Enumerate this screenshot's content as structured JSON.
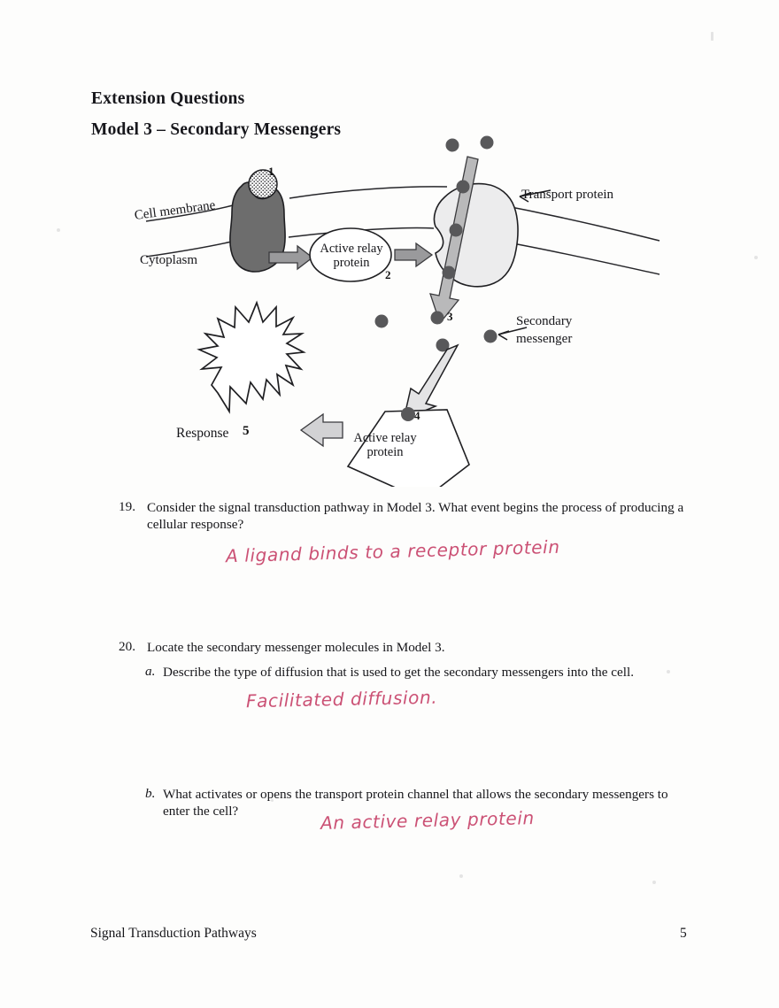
{
  "document": {
    "heading_extension": "Extension Questions",
    "heading_model": "Model 3 – Secondary Messengers",
    "footer_title": "Signal Transduction Pathways",
    "footer_page": "5"
  },
  "diagram": {
    "title": "Secondary messenger signal transduction pathway",
    "labels": {
      "cell_membrane": "Cell membrane",
      "cytoplasm": "Cytoplasm",
      "transport_protein": "Transport protein",
      "secondary_messenger_line1": "Secondary",
      "secondary_messenger_line2": "messenger",
      "active_relay_protein_1_line1": "Active relay",
      "active_relay_protein_1_line2": "protein",
      "active_relay_protein_2_line1": "Active relay",
      "active_relay_protein_2_line2": "protein",
      "response": "Response"
    },
    "step_numbers": {
      "one": "1",
      "two": "2",
      "three": "3",
      "four": "4",
      "five": "5"
    },
    "colors": {
      "receptor_fill": "#6d6d6d",
      "transport_fill": "#ececed",
      "channel_fill": "#b9b9ba",
      "dot_fill": "#58585a",
      "arrow_fill": "#9a9a9c",
      "outline": "#1f1f22"
    }
  },
  "questions": [
    {
      "number": "19.",
      "text": "Consider the signal transduction pathway in Model 3. What event begins the process of producing a cellular response?",
      "answer": "A ligand binds to a receptor protein"
    },
    {
      "number": "20.",
      "text": "Locate the secondary messenger molecules in Model 3.",
      "parts": [
        {
          "letter": "a.",
          "text": "Describe the type of diffusion that is used to get the secondary messengers into the cell.",
          "answer": "Facilitated diffusion."
        },
        {
          "letter": "b.",
          "text": "What activates or opens the transport protein channel that allows the secondary messengers to enter the cell?",
          "answer": "An active relay protein"
        }
      ]
    }
  ],
  "ink_color": "#c8456b"
}
